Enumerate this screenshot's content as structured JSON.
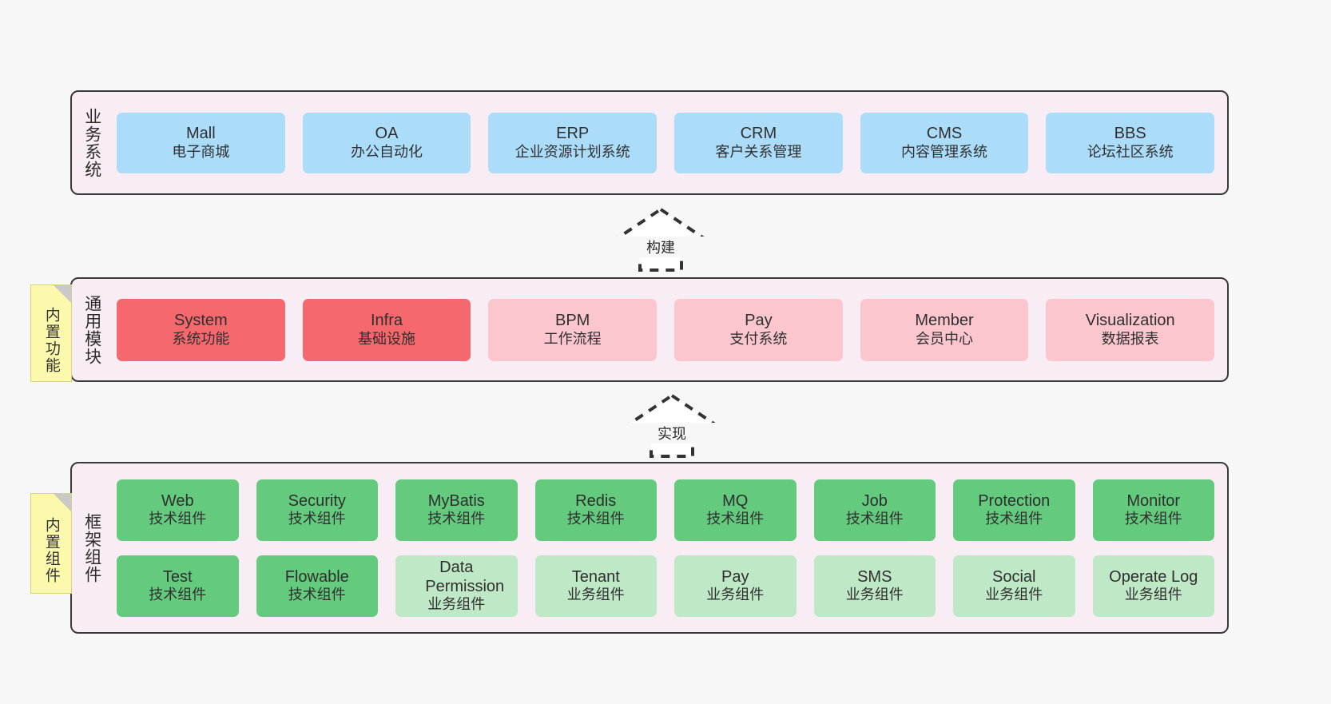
{
  "colors": {
    "canvas_bg": "#f7f7f7",
    "layer_bg": "#f8ecf5",
    "layer_border": "#3a3a3a",
    "business_box": "#abddfb",
    "module_core": "#f4686e",
    "module_other": "#fcc6ce",
    "component_tech": "#64ca7d",
    "component_biz": "#bfe8c7",
    "note_bg": "#fcf8ac"
  },
  "layers": {
    "business": {
      "title": "业务系统",
      "boxes": [
        {
          "en": "Mall",
          "cn": "电子商城"
        },
        {
          "en": "OA",
          "cn": "办公自动化"
        },
        {
          "en": "ERP",
          "cn": "企业资源计划系统"
        },
        {
          "en": "CRM",
          "cn": "客户关系管理"
        },
        {
          "en": "CMS",
          "cn": "内容管理系统"
        },
        {
          "en": "BBS",
          "cn": "论坛社区系统"
        }
      ]
    },
    "modules": {
      "title": "通用模块",
      "note": "内置功能",
      "boxes": [
        {
          "en": "System",
          "cn": "系统功能",
          "style": "red"
        },
        {
          "en": "Infra",
          "cn": "基础设施",
          "style": "red"
        },
        {
          "en": "BPM",
          "cn": "工作流程",
          "style": "pink"
        },
        {
          "en": "Pay",
          "cn": "支付系统",
          "style": "pink"
        },
        {
          "en": "Member",
          "cn": "会员中心",
          "style": "pink"
        },
        {
          "en": "Visualization",
          "cn": "数据报表",
          "style": "pink"
        }
      ]
    },
    "framework": {
      "title": "框架组件",
      "note": "内置组件",
      "row1": [
        {
          "en": "Web",
          "cn": "技术组件",
          "style": "green"
        },
        {
          "en": "Security",
          "cn": "技术组件",
          "style": "green"
        },
        {
          "en": "MyBatis",
          "cn": "技术组件",
          "style": "green"
        },
        {
          "en": "Redis",
          "cn": "技术组件",
          "style": "green"
        },
        {
          "en": "MQ",
          "cn": "技术组件",
          "style": "green"
        },
        {
          "en": "Job",
          "cn": "技术组件",
          "style": "green"
        },
        {
          "en": "Protection",
          "cn": "技术组件",
          "style": "green"
        },
        {
          "en": "Monitor",
          "cn": "技术组件",
          "style": "green"
        }
      ],
      "row2": [
        {
          "en": "Test",
          "cn": "技术组件",
          "style": "green"
        },
        {
          "en": "Flowable",
          "cn": "技术组件",
          "style": "green"
        },
        {
          "en": "Data Permission",
          "cn": "业务组件",
          "style": "lgreen"
        },
        {
          "en": "Tenant",
          "cn": "业务组件",
          "style": "lgreen"
        },
        {
          "en": "Pay",
          "cn": "业务组件",
          "style": "lgreen"
        },
        {
          "en": "SMS",
          "cn": "业务组件",
          "style": "lgreen"
        },
        {
          "en": "Social",
          "cn": "业务组件",
          "style": "lgreen"
        },
        {
          "en": "Operate Log",
          "cn": "业务组件",
          "style": "lgreen"
        }
      ]
    }
  },
  "connectors": [
    {
      "label": "构建"
    },
    {
      "label": "实现"
    }
  ]
}
